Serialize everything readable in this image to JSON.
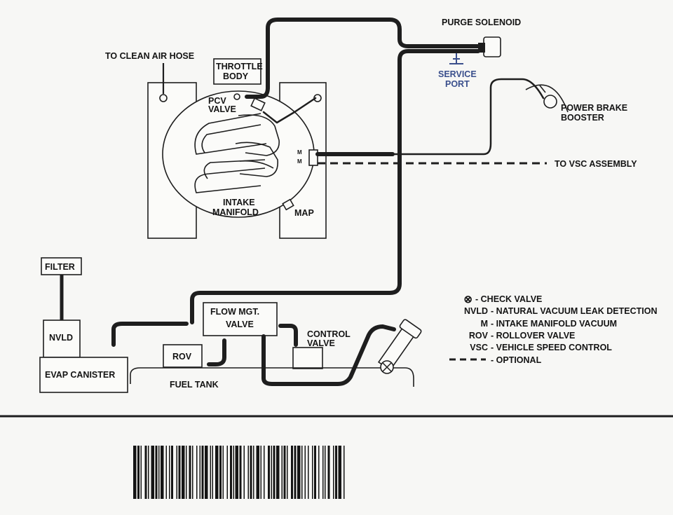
{
  "labels": {
    "purge_solenoid": "PURGE SOLENOID",
    "service_port_1": "SERVICE",
    "service_port_2": "PORT",
    "to_clean_air_hose": "TO CLEAN AIR HOSE",
    "throttle_body_1": "THROTTLE",
    "throttle_body_2": "BODY",
    "pcv_valve_1": "PCV",
    "pcv_valve_2": "VALVE",
    "power_brake_booster_1": "POWER BRAKE",
    "power_brake_booster_2": "BOOSTER",
    "to_vsc_assembly": "TO VSC ASSEMBLY",
    "intake_manifold_1": "INTAKE",
    "intake_manifold_2": "MANIFOLD",
    "map": "MAP",
    "port_m1": "M",
    "port_m2": "M",
    "filter": "FILTER",
    "nvld": "NVLD",
    "evap_canister": "EVAP CANISTER",
    "flow_mgt_valve_1": "FLOW MGT.",
    "flow_mgt_valve_2": "VALVE",
    "control_valve_1": "CONTROL",
    "control_valve_2": "VALVE",
    "rov": "ROV",
    "fuel_tank": "FUEL TANK"
  },
  "legend": {
    "check_valve": {
      "symbol": "⊗",
      "text": "- CHECK VALVE"
    },
    "nvld": {
      "key": "NVLD",
      "text": "- NATURAL VACUUM LEAK DETECTION"
    },
    "m": {
      "key": "M",
      "text": "- INTAKE MANIFOLD VACUUM"
    },
    "rov": {
      "key": "ROV",
      "text": "- ROLLOVER VALVE"
    },
    "vsc": {
      "key": "VSC",
      "text": "- VEHICLE SPEED CONTROL"
    },
    "optional": {
      "text": "- OPTIONAL"
    }
  },
  "colors": {
    "ink": "#1e1e1e",
    "service_port_blue": "#3a4f8c",
    "background": "#f7f7f5"
  }
}
